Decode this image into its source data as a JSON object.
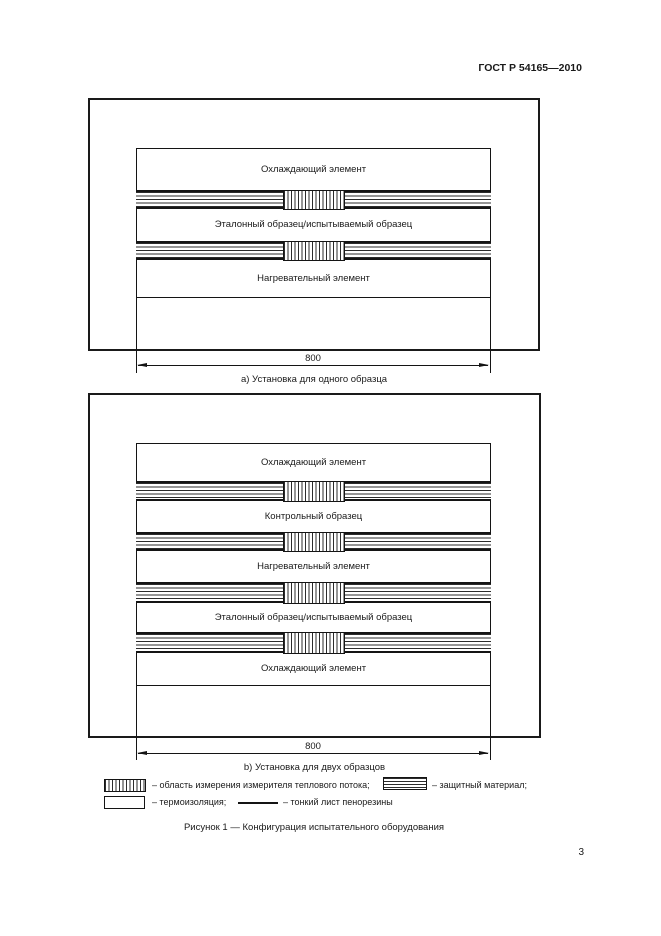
{
  "header": {
    "title": "ГОСТ Р 54165—2010"
  },
  "page_number": "3",
  "figure": {
    "caption": "Рисунок 1 — Конфигурация испытательного оборудования",
    "diagram_a": {
      "caption": "а) Установка для одного образца",
      "dimension": "800",
      "layers": [
        "Охлаждающий элемент",
        "Эталонный образец/испытываемый образец",
        "Нагревательный элемент"
      ]
    },
    "diagram_b": {
      "caption": "b) Установка для двух образцов",
      "dimension": "800",
      "layers": [
        "Охлаждающий элемент",
        "Контрольный образец",
        "Нагревательный элемент",
        "Эталонный образец/испытываемый образец",
        "Охлаждающий элемент"
      ]
    },
    "legend": {
      "items": [
        {
          "symbol": "vertical-hatch-swatch",
          "label": "– область измерения измерителя теплового потока;"
        },
        {
          "symbol": "horizontal-stripe-swatch",
          "label": "– защитный материал;"
        },
        {
          "symbol": "empty-rectangle-swatch",
          "label": "– термоизоляция;"
        },
        {
          "symbol": "thin-line-symbol",
          "label": "– тонкий лист пенорезины"
        }
      ]
    }
  },
  "colors": {
    "line": "#1a1a1a",
    "background": "#ffffff"
  }
}
